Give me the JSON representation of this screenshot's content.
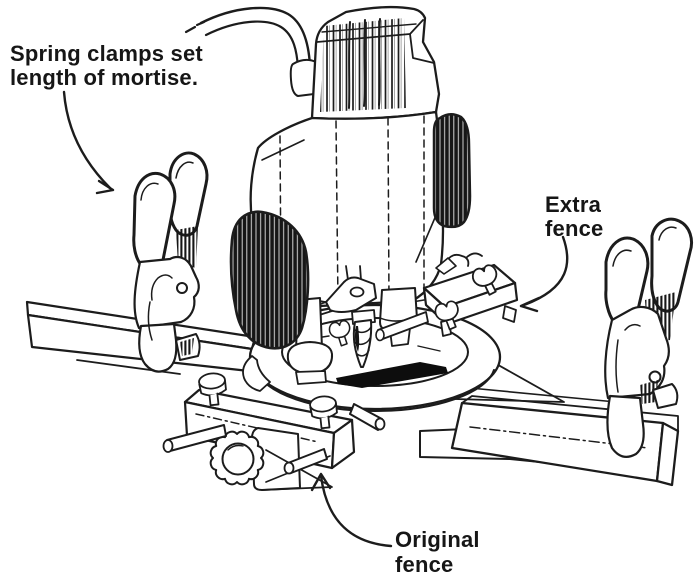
{
  "figure": {
    "background_color": "#ffffff",
    "ink_color": "#1c1c1c",
    "type": "hand-drawn woodworking jig illustration"
  },
  "labels": {
    "spring_clamps": {
      "line1": "Spring clamps set",
      "line2": "length of mortise."
    },
    "extra_fence": {
      "line1": "Extra",
      "line2": "fence"
    },
    "original_fence": {
      "line1": "Original",
      "line2": "fence"
    }
  },
  "illustration": {
    "parts": [
      "plunge-router",
      "power-cord",
      "motor-vents",
      "handle-knob-left",
      "handle-knob-right",
      "plunge-post",
      "router-bit",
      "mortise-slot",
      "sub-base-ring",
      "edge-guide-bracket",
      "wing-nuts",
      "wood-rail-left",
      "wood-rail-right",
      "spring-clamp-left",
      "spring-clamp-right",
      "extra-fence-block",
      "original-fence-block",
      "knurled-knob",
      "guide-rods"
    ]
  }
}
